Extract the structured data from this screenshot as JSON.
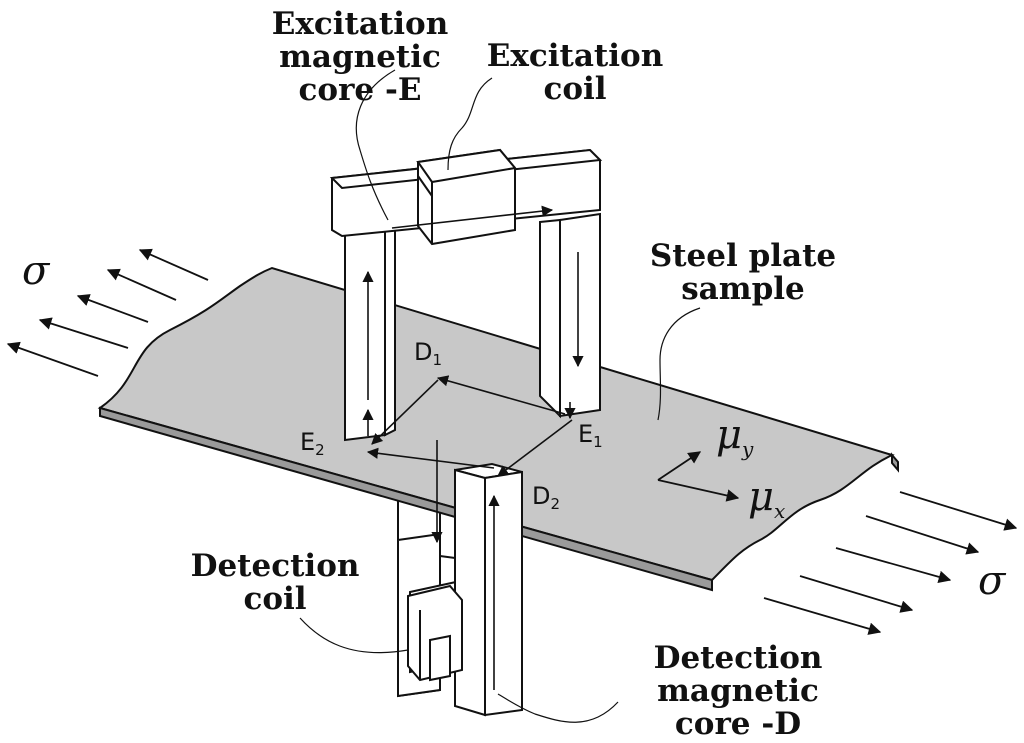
{
  "labels": {
    "excitation_core": "Excitation\nmagnetic\ncore -E",
    "excitation_coil": "Excitation\ncoil",
    "steel_plate": "Steel plate\nsample",
    "detection_coil": "Detection\ncoil",
    "detection_core": "Detection\nmagnetic\ncore -D"
  },
  "points": {
    "d1": {
      "letter": "D",
      "index": "1"
    },
    "d2": {
      "letter": "D",
      "index": "2"
    },
    "e1": {
      "letter": "E",
      "index": "1"
    },
    "e2": {
      "letter": "E",
      "index": "2"
    }
  },
  "stress_symbol": "σ",
  "permeability": {
    "mu": "μ",
    "x_sub": "x",
    "y_sub": "y"
  },
  "colors": {
    "plate_fill": "#c8c8c8",
    "core_fill": "#ffffff",
    "line": "#111111"
  }
}
